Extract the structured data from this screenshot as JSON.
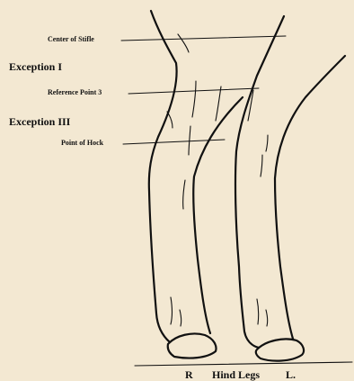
{
  "diagram": {
    "labels": {
      "center_of_stifle": "Center of Stifle",
      "exception_1": "Exception I",
      "reference_point_3": "Reference Point 3",
      "exception_3": "Exception III",
      "point_of_hock": "Point of Hock"
    },
    "caption": {
      "right": "R",
      "title": "Hind Legs",
      "left": "L."
    },
    "colors": {
      "paper": "#f3e8d2",
      "ink": "#111111"
    }
  }
}
